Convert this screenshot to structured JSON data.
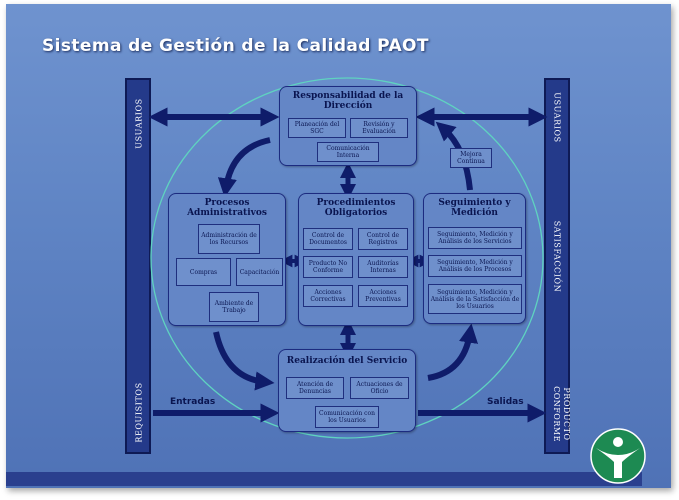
{
  "title": "Sistema de Gestión de la Calidad PAOT",
  "left_bar": {
    "top_label": "USUARIOS",
    "bottom_label": "REQUISITOS"
  },
  "right_bar": {
    "top_label": "USUARIOS",
    "middle_label": "SATISFACCIÓN",
    "bottom_label_line1": "PRODUCTO",
    "bottom_label_line2": "CONFORME"
  },
  "flow": {
    "input_label": "Entradas",
    "output_label": "Salidas"
  },
  "direccion": {
    "title_line1": "Responsabilidad de la",
    "title_line2": "Dirección",
    "items": [
      "Planeación del SGC",
      "Revisión y Evaluación",
      "Comunicación Interna"
    ]
  },
  "mejora": "Mejora Continua",
  "administrativos": {
    "title_line1": "Procesos",
    "title_line2": "Administrativos",
    "items": [
      "Administración de los Recursos",
      "Compras",
      "Capacitación",
      "Ambiente de Trabajo"
    ]
  },
  "obligatorios": {
    "title_line1": "Procedimientos",
    "title_line2": "Obligatorios",
    "items": [
      "Control de Documentos",
      "Control de Registros",
      "Producto No Conforme",
      "Auditorías Internas",
      "Acciones Correctivas",
      "Acciones Preventivas"
    ]
  },
  "seguimiento": {
    "title_line1": "Seguimiento y",
    "title_line2": "Medición",
    "items": [
      "Seguimiento, Medición y Análisis de los Servicios",
      "Seguimiento, Medición y Análisis de los Procesos",
      "Seguimiento, Medición y Análisis de la Satisfacción de los Usuarios"
    ]
  },
  "realizacion": {
    "title": "Realización del Servicio",
    "items": [
      "Atención de Denuncias",
      "Actuaciones de Oficio",
      "Comunicación con los Usuarios"
    ]
  },
  "colors": {
    "background": "#5f84c4",
    "bar": "#243a8a",
    "box": "#6486c6",
    "outline": "#1c2b80",
    "circle": "#5fd3c0"
  }
}
